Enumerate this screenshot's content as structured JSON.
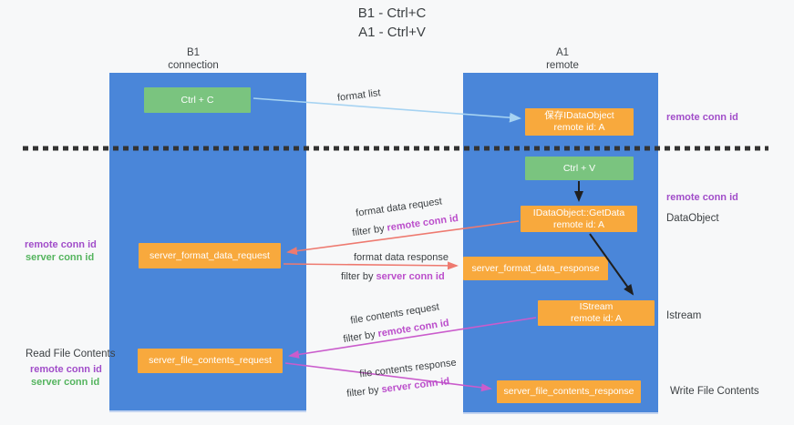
{
  "title": {
    "line1": "B1 - Ctrl+C",
    "line2": "A1 - Ctrl+V"
  },
  "lanes": {
    "left": {
      "name": "B1",
      "role": "connection"
    },
    "right": {
      "name": "A1",
      "role": "remote"
    }
  },
  "boxes": {
    "ctrl_c": {
      "label": "Ctrl + C"
    },
    "save_dataobject": {
      "line1": "保存IDataObject",
      "line2": "remote id: A"
    },
    "ctrl_v": {
      "label": "Ctrl + V"
    },
    "getdata": {
      "line1": "IDataObject::GetData",
      "line2": "remote id: A"
    },
    "format_request": {
      "label": "server_format_data_request"
    },
    "format_response": {
      "label": "server_format_data_response"
    },
    "istream": {
      "line1": "IStream",
      "line2": "remote id: A"
    },
    "file_request": {
      "label": "server_file_contents_request"
    },
    "file_response": {
      "label": "server_file_contents_response"
    }
  },
  "right_labels": {
    "remote_conn_id_top": "remote conn id",
    "remote_conn_id_mid": "remote conn id",
    "dataobject": "DataObject",
    "istream": "Istream",
    "write_file_contents": "Write File Contents"
  },
  "left_labels": {
    "remote_conn_id_1": "remote conn id",
    "server_conn_id_1": "server conn id",
    "read_file_contents": "Read File Contents",
    "remote_conn_id_2": "remote conn id",
    "server_conn_id_2": "server conn id"
  },
  "arrow_labels": {
    "format_list": "format list",
    "format_data_request": "format data request",
    "filter_by_1_prefix": "filter by ",
    "filter_by_1_highlight": "remote conn id",
    "format_data_response": "format data response",
    "filter_by_2_prefix": "filter by ",
    "filter_by_2_highlight": "server conn id",
    "file_contents_request": "file contents request",
    "filter_by_3_prefix": "filter by ",
    "filter_by_3_highlight": "remote conn id",
    "file_contents_response": "file contents response",
    "filter_by_4_prefix": "filter by ",
    "filter_by_4_highlight": "server conn id"
  },
  "colors": {
    "lane_blue": "#4a86d9",
    "box_green": "#7ac47f",
    "box_orange": "#f8a93d",
    "arrow_light_blue": "#a6d3f2",
    "arrow_salmon": "#ee7a70",
    "arrow_magenta": "#ca5ccc",
    "arrow_black": "#1f1f1f",
    "dashed_line": "#333333",
    "label_purple": "#a14dc9",
    "label_green": "#54b45e",
    "filter_highlight": "#bb4ecb",
    "text_dark": "#3c4043"
  }
}
